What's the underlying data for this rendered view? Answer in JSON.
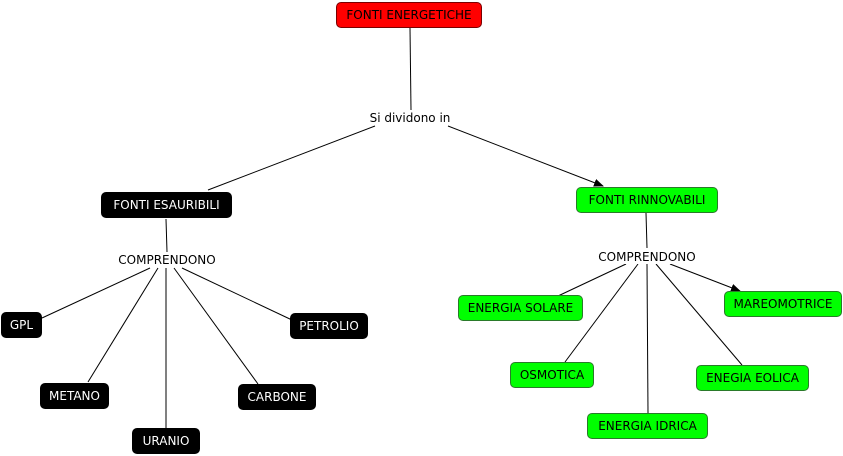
{
  "root": {
    "label": "FONTI ENERGETICHE",
    "color": "#ff0000"
  },
  "root_link": "Si dividono in",
  "esauribili": {
    "label": "FONTI ESAURIBILI",
    "color": "#000000",
    "link": "COMPRENDONO",
    "items": [
      "GPL",
      "METANO",
      "URANIO",
      "CARBONE",
      "PETROLIO"
    ]
  },
  "rinnovabili": {
    "label": "FONTI RINNOVABILI",
    "color": "#00ff00",
    "link": "COMPRENDONO",
    "items": [
      "ENERGIA SOLARE",
      "OSMOTICA",
      "ENERGIA IDRICA",
      "ENEGIA EOLICA",
      "MAREOMOTRICE"
    ]
  }
}
